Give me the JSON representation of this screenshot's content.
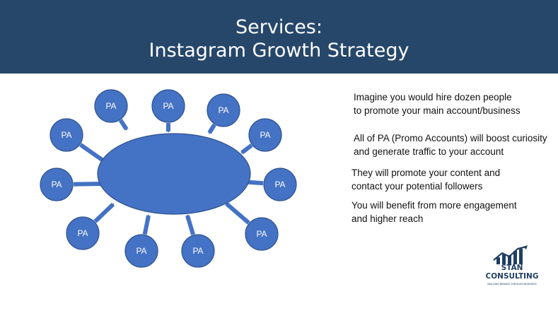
{
  "header": {
    "title_line1": "Services:",
    "title_line2": "Instagram Growth Strategy"
  },
  "diagram": {
    "node_label": "PA",
    "colors": {
      "fill": "#4472c4",
      "stroke": "#2f528f",
      "arrow": "#4472c4"
    }
  },
  "bullets": [
    {
      "line1": "Imagine you would hire dozen people",
      "line2": "to promote your main account/business"
    },
    {
      "line1": "All of PA (Promo Accounts) will boost curiosity",
      "line2": "and generate traffic to your account"
    },
    {
      "line1": "They will promote your content and",
      "line2": "contact your potential followers"
    },
    {
      "line1": "You will benefit from more engagement",
      "line2": "and higher reach"
    }
  ],
  "logo": {
    "name_line1": "STAN",
    "name_line2": "CONSULTING",
    "tagline": "BUILDING BRANDS THROUGH BUSINESS",
    "icon": "rising-bars-arrow-icon",
    "color": "#1f3f63"
  },
  "colors": {
    "header_bg": "#26476a",
    "title_text": "#ffffff",
    "body_text": "#111111"
  }
}
